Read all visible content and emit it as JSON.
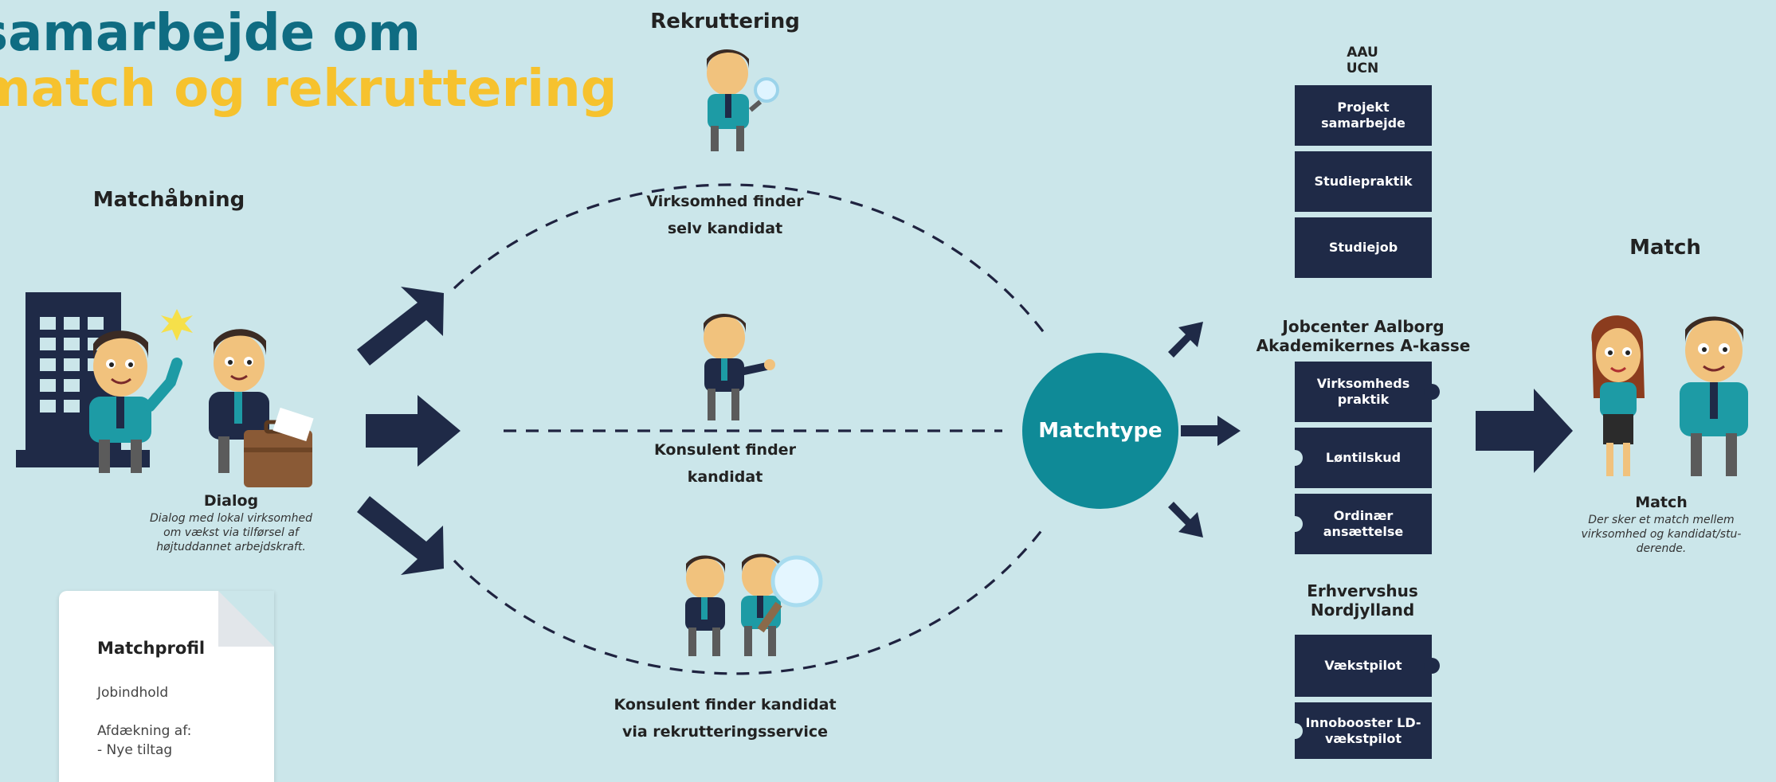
{
  "title": {
    "line1": "samarbejde om",
    "line2": "match og rekruttering"
  },
  "matchabning": {
    "heading": "Matchåbning",
    "dialog_title": "Dialog",
    "dialog_caption": [
      "Dialog med lokal virksomhed",
      "om vækst via tilførsel af",
      "højtuddannet arbejdskraft."
    ]
  },
  "matchprofil": {
    "title": "Matchprofil",
    "lines": [
      "Jobindhold",
      "Afdækning af:",
      "- Nye tiltag"
    ]
  },
  "rekruttering": {
    "heading": "Rekruttering",
    "top_label": [
      "Virksomhed finder",
      "selv kandidat"
    ],
    "middle_label": [
      "Konsulent finder",
      "kandidat"
    ],
    "bottom_label": [
      "Konsulent finder kandidat",
      "via rekrutteringsservice"
    ]
  },
  "matchtype": {
    "label": "Matchtype"
  },
  "groups": {
    "aau": {
      "heading": [
        "AAU",
        "UCN"
      ],
      "items": [
        "Projekt samarbejde",
        "Studiepraktik",
        "Studiejob"
      ]
    },
    "jobcenter": {
      "heading": [
        "Jobcenter Aalborg",
        "Akademikernes A-kasse"
      ],
      "items": [
        "Virksomheds praktik",
        "Løntilskud",
        "Ordinær ansættelse"
      ]
    },
    "erhvervshus": {
      "heading": [
        "Erhvervshus",
        "Nordjylland"
      ],
      "items": [
        "Vækstpilot",
        "Innobooster LD-vækstpilot"
      ]
    }
  },
  "match": {
    "heading": "Match",
    "title": "Match",
    "caption": [
      "Der sker et match mellem",
      "virksomhed og kandidat/stu-",
      "derende."
    ]
  },
  "colors": {
    "background": "#cbe6ea",
    "navy": "#1f2a47",
    "teal": "#0f8a97",
    "title_teal": "#0f6c82",
    "yellow": "#f6c22e"
  }
}
